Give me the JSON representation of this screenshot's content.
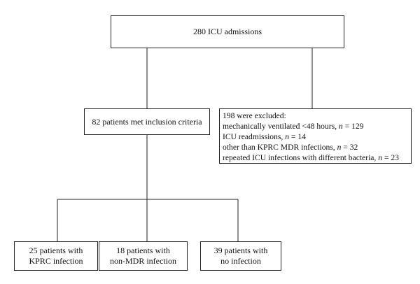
{
  "diagram": {
    "top": {
      "text": "280 ICU admissions"
    },
    "inclusion": {
      "text": "82 patients met inclusion criteria"
    },
    "exclusion": {
      "header": "198 were excluded:",
      "items": [
        {
          "text": "mechanically ventilated <48 hours, ",
          "var": "n",
          "value": " = 129"
        },
        {
          "text": "ICU readmissions, ",
          "var": "n",
          "value": " = 14"
        },
        {
          "text": "other than KPRC MDR infections, ",
          "var": "n",
          "value": " = 32"
        },
        {
          "text": "repeated ICU infections with different bacteria, ",
          "var": "n",
          "value": " = 23"
        }
      ]
    },
    "outcomes": [
      {
        "line1": "25 patients with",
        "line2": "KPRC infection"
      },
      {
        "line1": "18 patients with",
        "line2": "non-MDR infection"
      },
      {
        "line1": "39 patients with",
        "line2": "no infection"
      }
    ]
  }
}
